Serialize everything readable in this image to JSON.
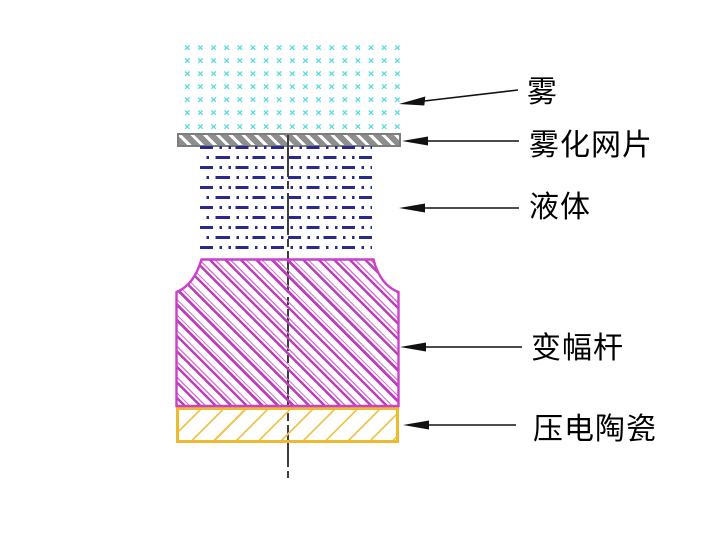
{
  "diagram": {
    "title": "ultrasonic-mesh-atomizer-schematic",
    "labels": [
      {
        "id": "mist",
        "text": "雾"
      },
      {
        "id": "mesh",
        "text": "雾化网片"
      },
      {
        "id": "liquid",
        "text": "液体"
      },
      {
        "id": "horn",
        "text": "变幅杆"
      },
      {
        "id": "piezo",
        "text": "压电陶瓷"
      }
    ],
    "mist_pattern": {
      "symbol": "×",
      "rows": 7,
      "cols": 17
    },
    "liquid_pattern": {
      "rows": 11
    },
    "colors": {
      "mist_cyan": "#55dbdb",
      "liquid_navy": "#2a2a8e",
      "horn_magenta": "#cc3ecc",
      "piezo_gold": "#edb92f",
      "mesh_gray": "#8e8e8e",
      "line_black": "#111111"
    }
  }
}
